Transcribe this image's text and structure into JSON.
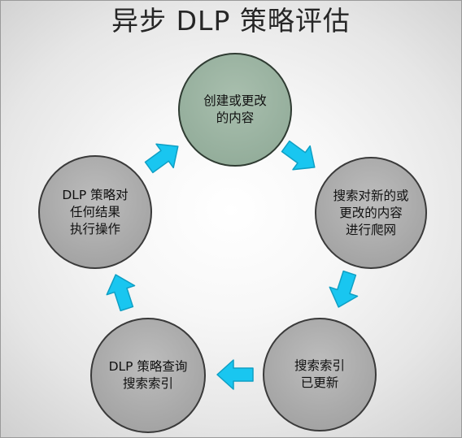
{
  "title": "异步 DLP 策略评估",
  "colors": {
    "node_gray": "#a9a9a9",
    "node_green": "#98b19f",
    "node_border": "#3a3a3a",
    "arrow": "#19c6f0",
    "arrow_outline": "#0f9fc4",
    "title_text": "#262626"
  },
  "nodes": [
    {
      "label": "创建或更改\n的内容",
      "color": "green"
    },
    {
      "label": "搜索对新的或\n更改的内容\n进行爬网",
      "color": "gray"
    },
    {
      "label": "搜索索引\n已更新",
      "color": "gray"
    },
    {
      "label": "DLP 策略查询\n搜索索引",
      "color": "gray"
    },
    {
      "label": "DLP 策略对\n任何结果\n执行操作",
      "color": "gray"
    }
  ],
  "arrows": [
    {
      "from": "创建或更改的内容",
      "to": "搜索对新的或更改的内容进行爬网",
      "icon": "arrow-right-icon"
    },
    {
      "from": "搜索对新的或更改的内容进行爬网",
      "to": "搜索索引已更新",
      "icon": "arrow-right-icon"
    },
    {
      "from": "搜索索引已更新",
      "to": "DLP 策略查询搜索索引",
      "icon": "arrow-right-icon"
    },
    {
      "from": "DLP 策略查询搜索索引",
      "to": "DLP 策略对任何结果执行操作",
      "icon": "arrow-right-icon"
    },
    {
      "from": "DLP 策略对任何结果执行操作",
      "to": "创建或更改的内容",
      "icon": "arrow-right-icon"
    }
  ]
}
